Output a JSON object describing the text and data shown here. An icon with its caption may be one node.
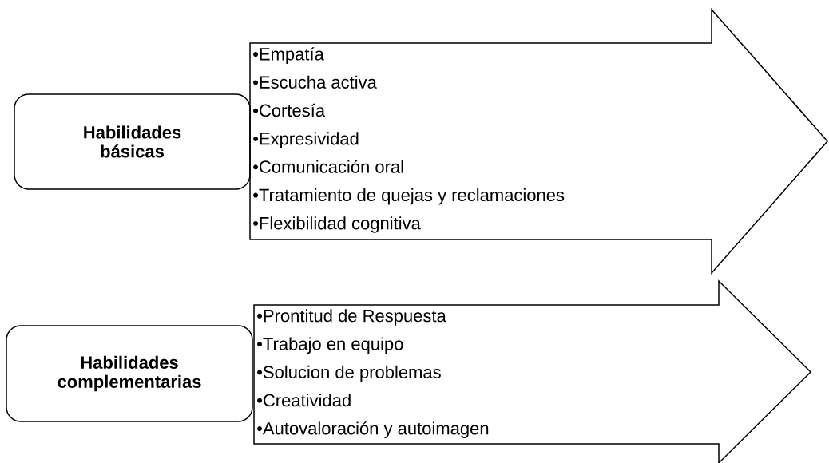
{
  "diagram": {
    "nodes": [
      {
        "text": [
          "Habilidades básicas"
        ]
      },
      {
        "text": [
          "•Empatía",
          "•Escucha activa",
          "•Cortesía",
          "•Expresividad",
          "•Comunicación oral",
          "•Tratamiento de quejas y reclamaciones",
          "•Flexibilidad cognitiva"
        ]
      },
      {
        "text": [
          "Habilidades complementarias"
        ]
      },
      {
        "text": [
          "•Prontitud de Respuesta",
          "•Trabajo en equipo",
          "•Solucion de problemas",
          "•Creatividad",
          "•Autovaloración y autoimagen"
        ]
      }
    ]
  }
}
